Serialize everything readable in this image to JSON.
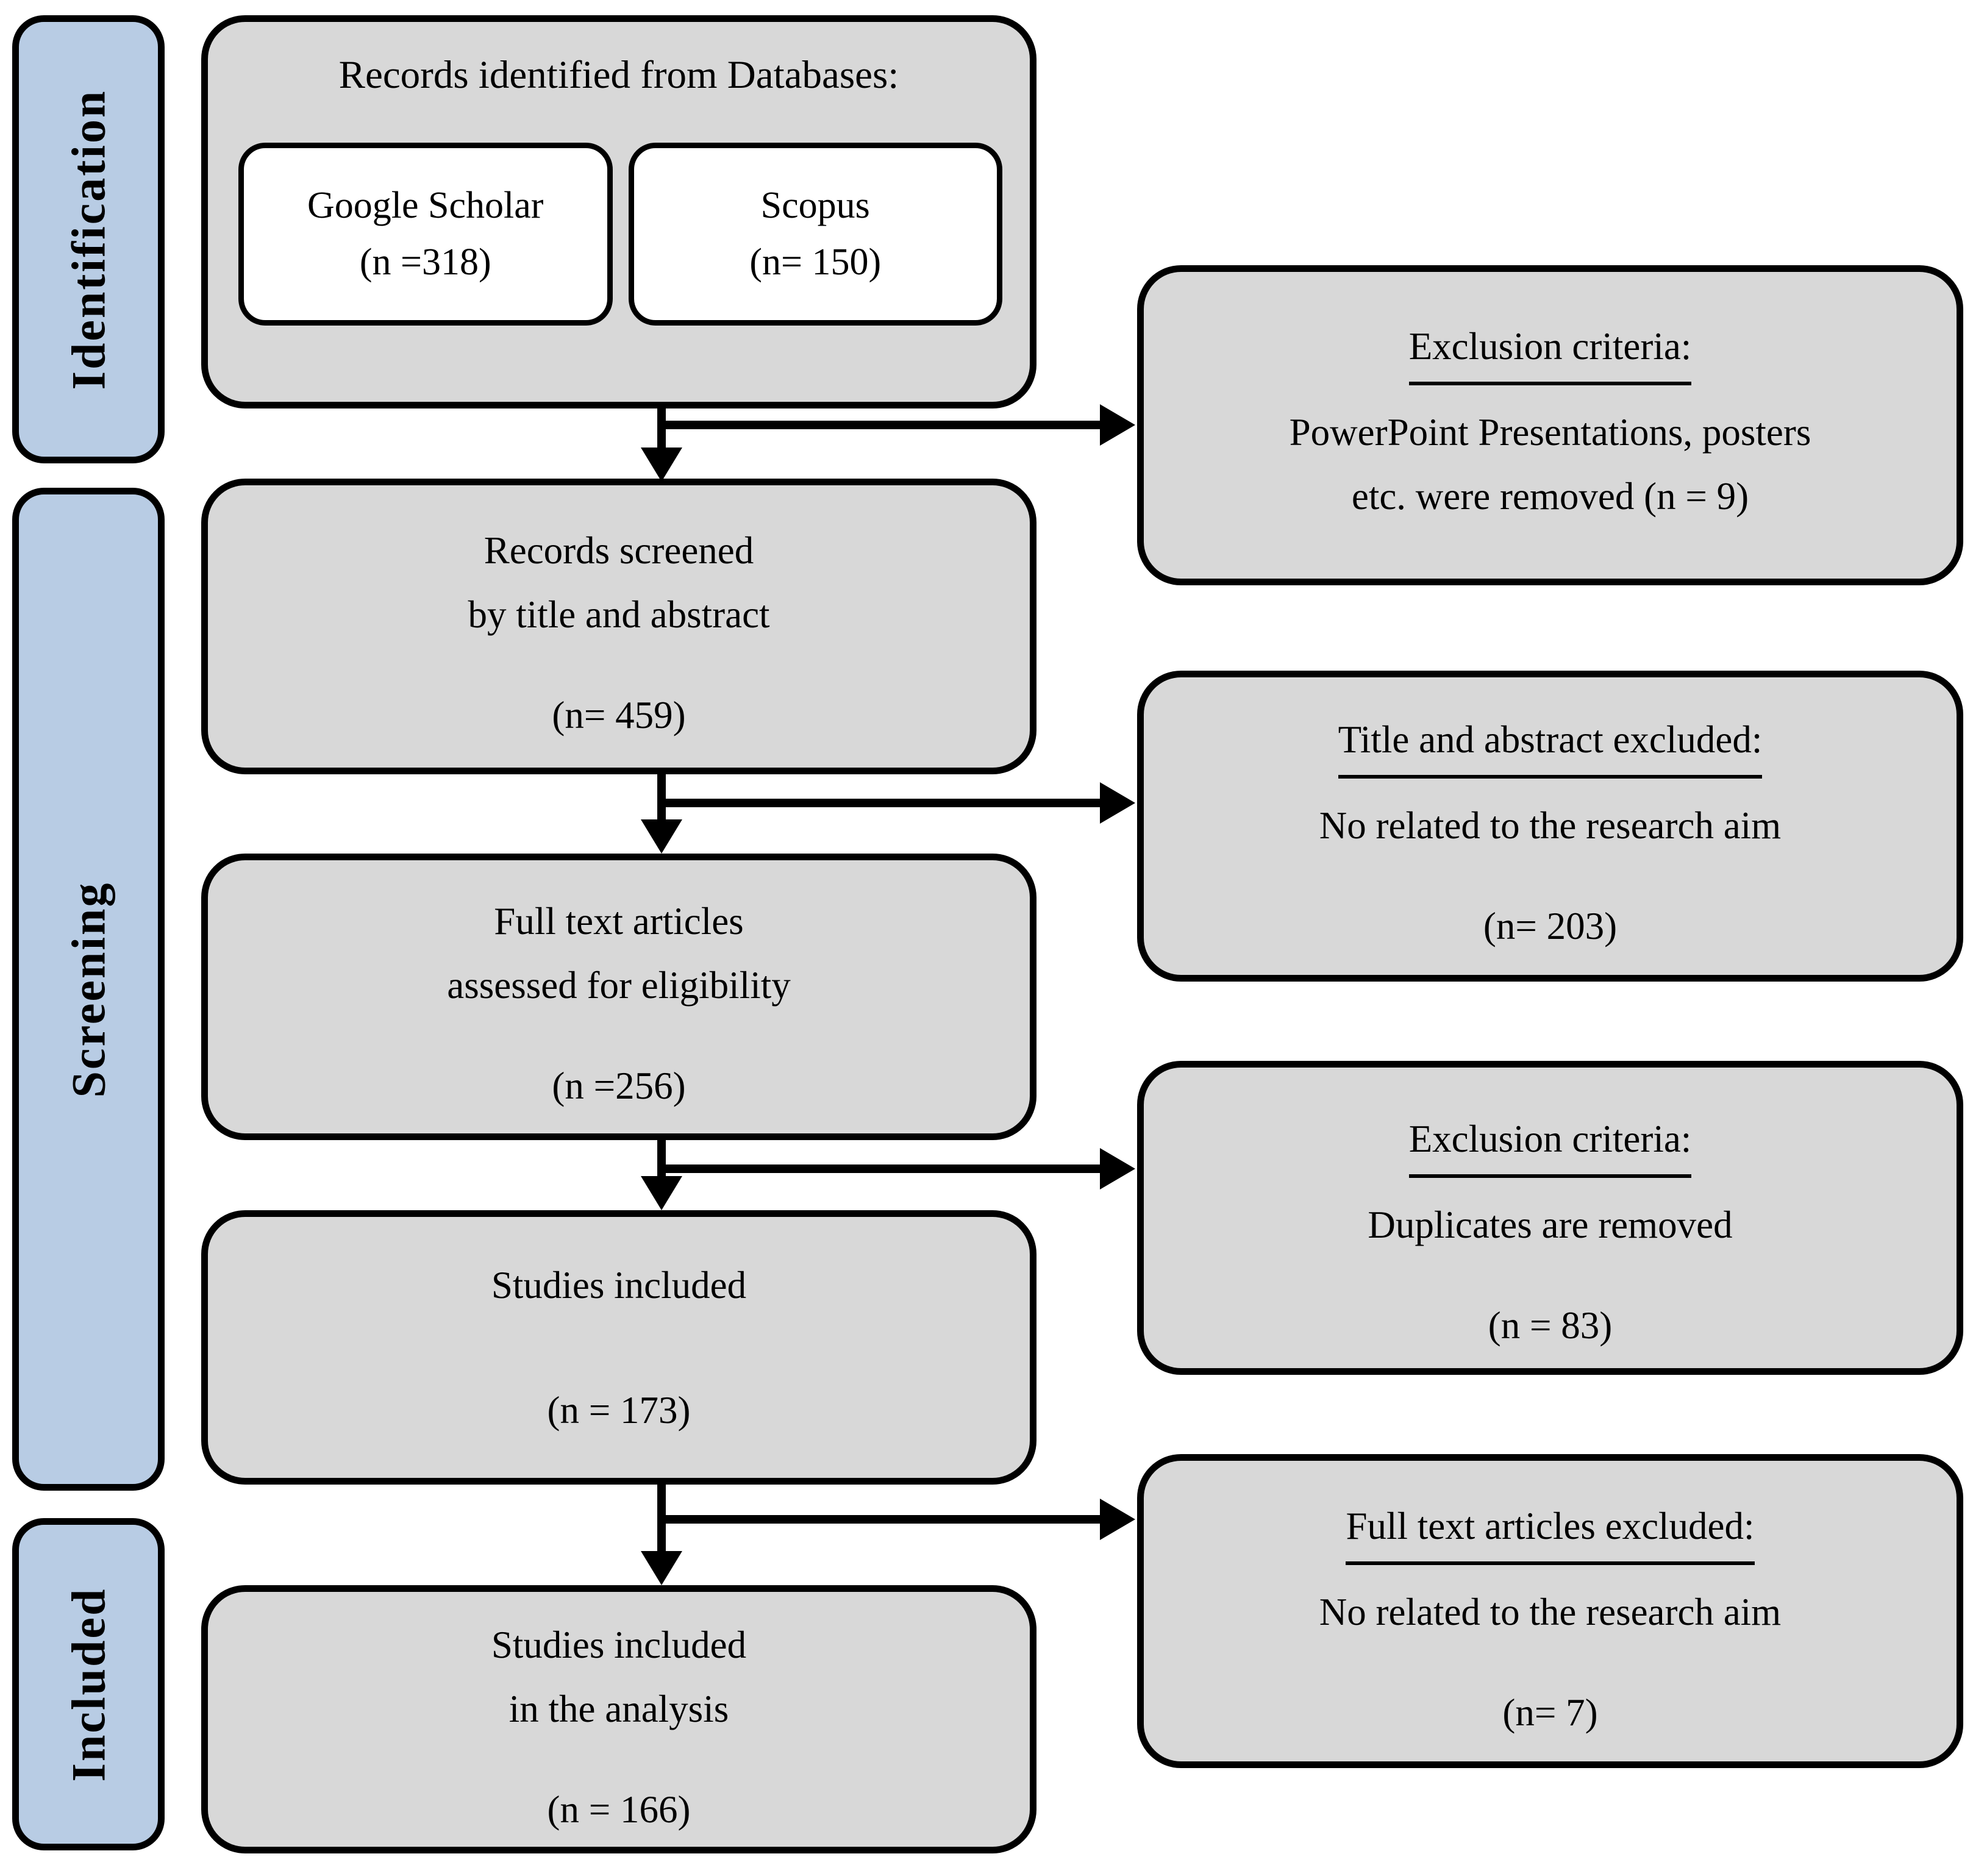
{
  "diagram": {
    "sidebar": [
      {
        "label": "Identification"
      },
      {
        "label": "Screening"
      },
      {
        "label": "Included"
      }
    ],
    "main": {
      "box1": {
        "title": "Records identified from Databases:",
        "sources": [
          {
            "name": "Google Scholar",
            "count": "(n =318)"
          },
          {
            "name": "Scopus",
            "count": "(n= 150)"
          }
        ]
      },
      "box2": {
        "line1": "Records screened",
        "line2": "by title and abstract",
        "count": "(n= 459)"
      },
      "box3": {
        "line1": "Full text articles",
        "line2": "assessed for eligibility",
        "count": "(n =256)"
      },
      "box4": {
        "line1": "Studies included",
        "count": "(n = 173)"
      },
      "box5": {
        "line1": "Studies included",
        "line2": "in the analysis",
        "count": "(n = 166)"
      }
    },
    "right": {
      "box1": {
        "heading": "Exclusion criteria:",
        "line1": "PowerPoint Presentations, posters",
        "line2": "etc. were removed (n = 9)"
      },
      "box2": {
        "heading": "Title and abstract excluded:",
        "line1": "No related to the research aim",
        "count": "(n= 203)"
      },
      "box3": {
        "heading": "Exclusion criteria:",
        "line1": "Duplicates are removed",
        "count": "(n = 83)"
      },
      "box4": {
        "heading": "Full text articles excluded:",
        "line1": "No related to the research aim",
        "count": "(n= 7)"
      }
    },
    "colors": {
      "box_fill": "#d8d8d8",
      "sidebar_fill": "#b8cce4",
      "inner_box_fill": "#ffffff",
      "border": "#000000"
    }
  }
}
